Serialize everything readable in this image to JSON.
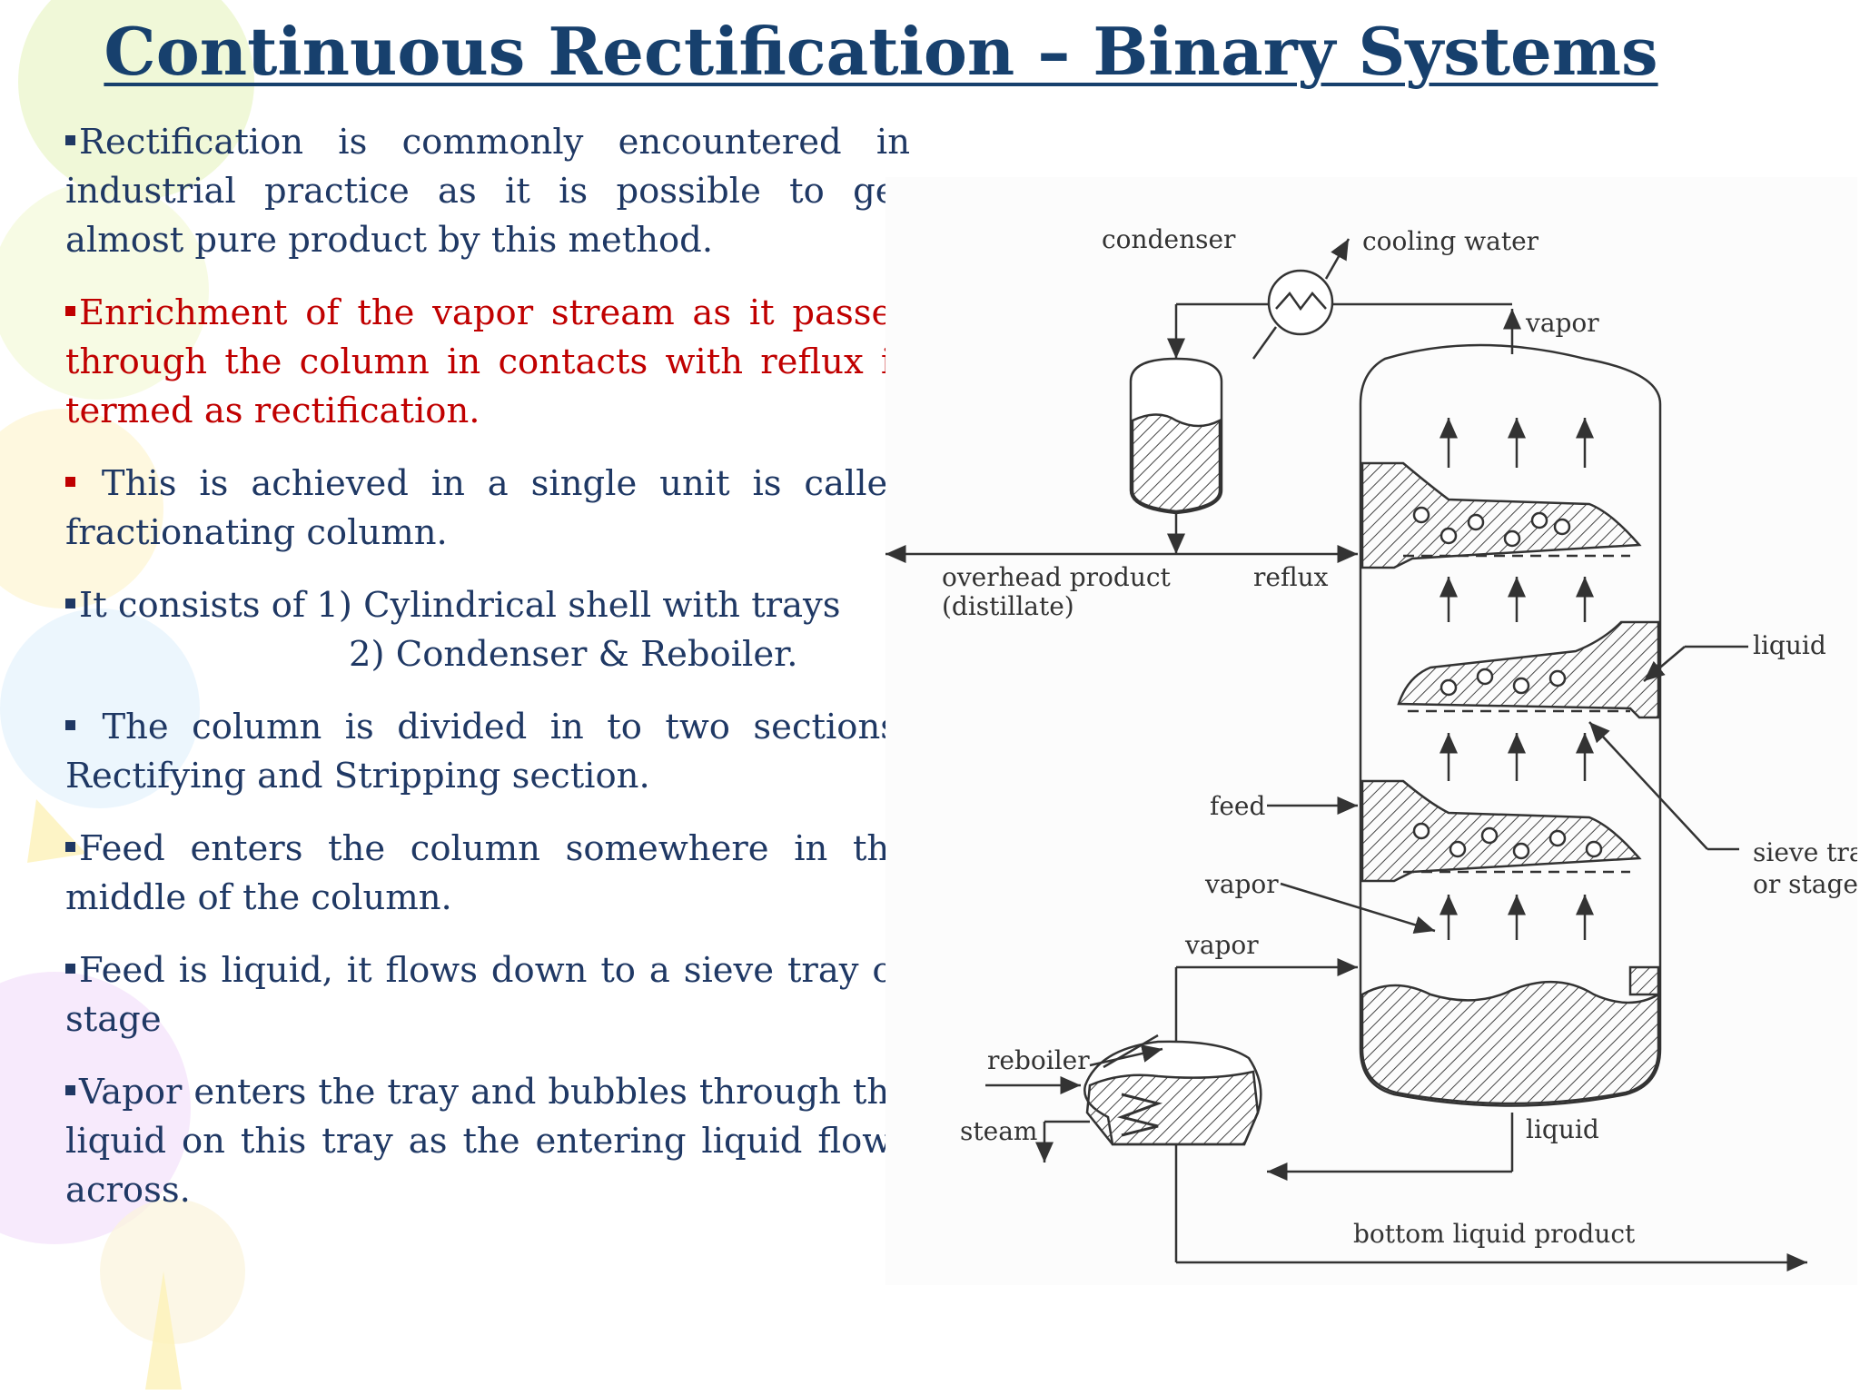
{
  "title": "Continuous Rectification – Binary Systems",
  "bullets": [
    {
      "text": "Rectification is commonly encountered in industrial practice as it is possible to get almost pure product by this method.",
      "color": "#1f3864"
    },
    {
      "text": "Enrichment of the vapor stream as it passes through the column in contacts with reflux is termed as rectification.",
      "color": "#c00000"
    },
    {
      "text": "This is achieved in a single unit is called fractionating column.",
      "color": "#1f3864"
    },
    {
      "text_line1": "It consists of 1) Cylindrical shell with trays",
      "text_line2": "2) Condenser & Reboiler.",
      "color": "#1f3864"
    },
    {
      "text": "The column is divided in to two sections: Rectifying and Stripping section.",
      "color": "#1f3864"
    },
    {
      "text": "Feed enters the column somewhere in the middle of the column.",
      "color": "#1f3864"
    },
    {
      "text": "Feed is liquid, it flows down to a sieve tray or stage",
      "color": "#1f3864"
    },
    {
      "text": "Vapor enters the tray and bubbles through the liquid on this tray as the entering liquid flows across.",
      "color": "#1f3864"
    }
  ],
  "diagram": {
    "labels": {
      "condenser": "condenser",
      "cooling_water": "cooling water",
      "vapor_top": "vapor",
      "overhead_product": "overhead product",
      "distillate": "(distillate)",
      "reflux": "reflux",
      "liquid_right": "liquid",
      "feed": "feed",
      "vapor_mid": "vapor",
      "sieve_tray": "sieve tray",
      "or_stage": "or stage",
      "vapor_low": "vapor",
      "reboiler": "reboiler",
      "steam": "steam",
      "liquid_bottom": "liquid",
      "bottom_liquid_product": "bottom liquid product"
    }
  },
  "colors": {
    "title": "#17406d",
    "body_text": "#1f3864",
    "highlight": "#c00000"
  }
}
